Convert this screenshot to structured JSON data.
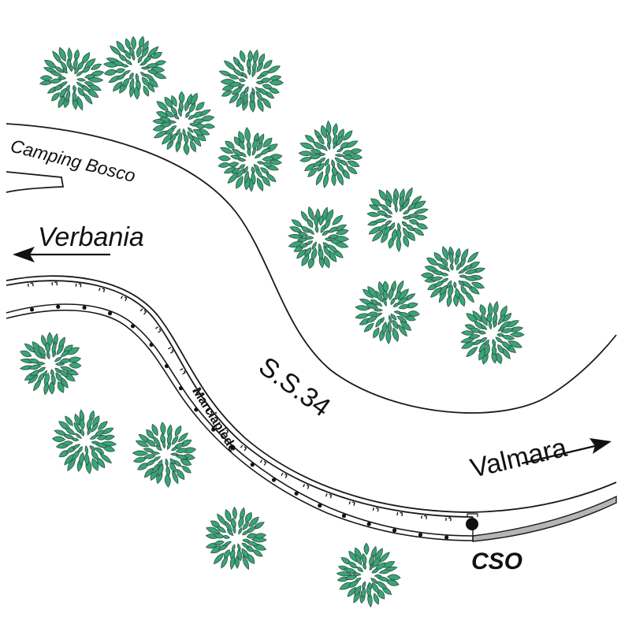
{
  "map": {
    "labels": {
      "camping": "Camping Bosco",
      "verbania": "Verbania",
      "road": "S.S.34",
      "sidewalk": "Marciapiede",
      "valmara": "Valmara",
      "cso": "CSO"
    },
    "colors": {
      "tree_fill": "#3aa574",
      "tree_stroke": "#2f5d52",
      "line": "#1a1a1a",
      "cso_pipe": "#b5b5b5"
    },
    "icons": [
      "tree-icon",
      "arrow-left-icon",
      "arrow-right-icon",
      "cso-manhole-icon"
    ]
  }
}
